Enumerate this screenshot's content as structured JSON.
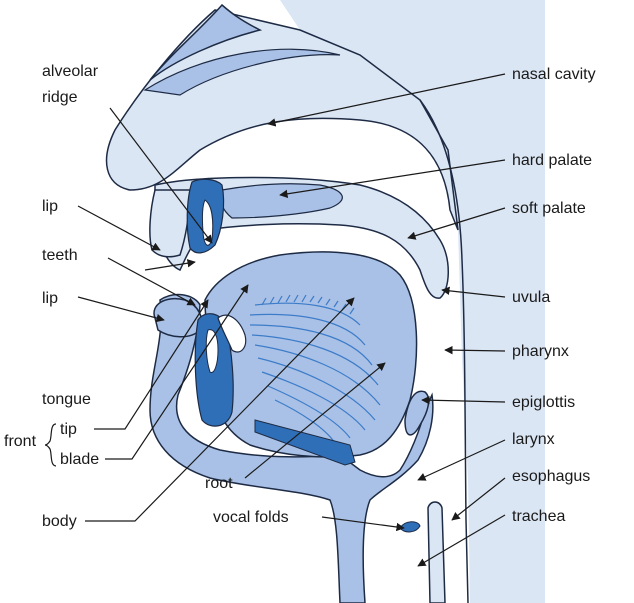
{
  "colors": {
    "light_tissue": "#dbe6f4",
    "mid_tissue": "#a9c1e6",
    "dark_tissue": "#2f6fb8",
    "tongue_lines": "#3d7cc9",
    "outline": "#1e2b45",
    "pharynx_wall": "#dbe6f4",
    "text": "#1a1a1a"
  },
  "labels": {
    "alveolar_ridge_line1": "alveolar",
    "alveolar_ridge_line2": "ridge",
    "nasal_cavity": "nasal cavity",
    "hard_palate": "hard palate",
    "soft_palate": "soft palate",
    "uvula": "uvula",
    "pharynx": "pharynx",
    "epiglottis": "epiglottis",
    "larynx": "larynx",
    "esophagus": "esophagus",
    "trachea": "trachea",
    "upper_lip": "lip",
    "teeth": "teeth",
    "lower_lip": "lip",
    "tongue": "tongue",
    "front": "front",
    "tip": "tip",
    "blade": "blade",
    "body": "body",
    "root": "root",
    "vocal_folds": "vocal folds"
  }
}
